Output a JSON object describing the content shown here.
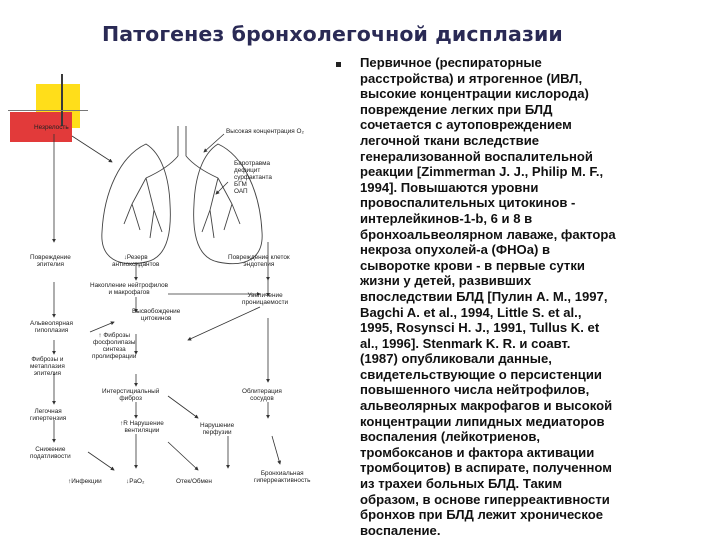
{
  "slide": {
    "title": "Патогенез бронхолегочной дисплазии",
    "colors": {
      "title": "#2a2a55",
      "accent_yellow": "#ffde1a",
      "accent_red": "#e23a3a"
    },
    "body_lines": [
      "Первичное (респираторные",
      "расстройства) и ятрогенное (ИВЛ,",
      "высокие концентрации кислорода)",
      "повреждение легких при БЛД",
      "сочетается с аутоповреждением",
      "легочной ткани вследствие",
      "генерализованной воспалительной",
      "реакции [Zimmerman J. J., Philip M. F.,",
      "1994]. Повышаются уровни",
      "провоспалительных цитокинов -",
      "интерлейкинов-1-b, 6 и 8 в",
      "бронхоальвеолярном лаваже, фактора",
      "некроза опухолей-a (ФНОa) в",
      "сыворотке крови - в первые сутки",
      "жизни у детей, развивших",
      "впоследствии БЛД [Пулин А. М., 1997,",
      "Bagchi A. et al., 1994, Little S. et al.,",
      "1995, Rosynsci H. J., 1991, Tullus K. et",
      "al., 1996].    Stenmark K. R. и соавт.",
      "(1987) опубликовали данные,",
      "свидетельствующие о персистенции",
      "повышенного числа нейтрофилов,",
      "альвеолярных макрофагов и высокой",
      "концентрации липидных медиаторов",
      "воспаления (лейкотриенов,",
      "тромбоксанов и фактора активации",
      "тромбоцитов) в аспирате, полученном",
      "из трахеи больных БЛД. Таким",
      "образом, в основе гиперреактивности",
      "бронхов при БЛД лежит хроническое",
      "воспаление."
    ]
  },
  "diagram": {
    "labels": {
      "l1": "Незрелость",
      "l2": "Высокая концентрация O₂",
      "l3": "Баротравма\nдефицит\nсурфактанта\nБГМ\nОАП",
      "l4": "Повреждение\nэпителия",
      "l5": "↓Резерв\nантиоксидантов",
      "l6": "Повреждение клеток\nэндотелия",
      "l7": "Накопление нейтрофилов\nи макрофагов",
      "l8": "Высвобождение\nцитокинов",
      "l9": "Альвеолярная\nгипоплазия",
      "l10": "↑ Фиброзы\nфосфолипазы\nсинтеза\nпролиферации",
      "l11": "Увеличение\nпроницаемости",
      "l12": "Фиброзы и\nметаплазия\nэпителия",
      "l13": "Интерстициальный\nфиброз",
      "l14": "Облитерация\nсосудов",
      "l15": "Легочная\nгипертензия",
      "l16": "↑R   Нарушение\nвентиляции",
      "l17": "Нарушение\nперфузии",
      "l18": "Снижение\nподатливости",
      "l19": "↑Инфекции",
      "l20": "↓PaO₂",
      "l21": "Отек/Обмен",
      "l22": "Бронхиальная\nгиперреактивность"
    }
  }
}
